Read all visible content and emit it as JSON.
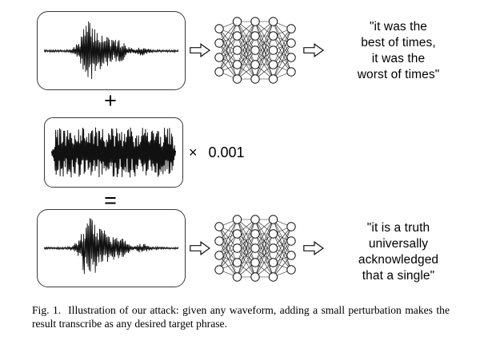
{
  "figure": {
    "row_original": {
      "transcript": "\"it was the\nbest of times,\nit was the\nworst of times\""
    },
    "plus_sign": "+",
    "perturbation": {
      "times_sign": "×",
      "epsilon_value": "0.001"
    },
    "equals_sign": "=",
    "row_adversarial": {
      "transcript": "\"it is a truth\nuniversally\nacknowledged\nthat a single\""
    },
    "caption": {
      "label": "Fig. 1.",
      "text": "Illustration of our attack: given any waveform, adding a small perturbation makes the result transcribe as any desired target phrase."
    },
    "icons": {
      "waveform_original": "speech-waveform-icon",
      "waveform_perturbation": "noise-waveform-icon",
      "waveform_adversarial": "speech-waveform-icon",
      "network": "neural-network-icon",
      "arrow": "block-right-arrow-icon"
    },
    "colors": {
      "ink": "#111111",
      "box_border": "#3a3a3a",
      "background": "#ffffff"
    }
  }
}
